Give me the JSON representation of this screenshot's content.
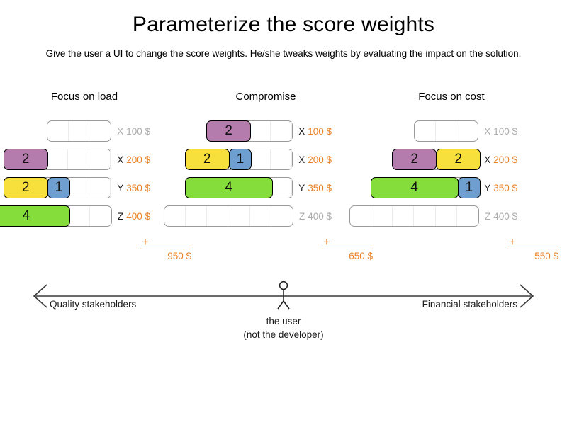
{
  "header": {
    "title": "Parameterize the score weights",
    "subtitle": "Give the user a UI to change the score weights. He/she tweaks weights by evaluating the impact on the solution."
  },
  "colors": {
    "purple": "#b47cac",
    "yellow": "#f7e03c",
    "blue": "#6f9fd0",
    "green": "#84dd3a",
    "orange": "#e8832a",
    "muted": "#adadad",
    "track_border": "#9a9a9a",
    "cell_divider": "#ececec"
  },
  "columns": [
    {
      "header": "Focus on load",
      "rows": [
        {
          "resource": "X",
          "amount": "100 $",
          "cells": 3,
          "active": false,
          "segments": []
        },
        {
          "resource": "X",
          "amount": "200 $",
          "cells": 5,
          "active": true,
          "segments": [
            {
              "value": "2",
              "units": 2,
              "color": "#b47cac"
            }
          ]
        },
        {
          "resource": "Y",
          "amount": "350 $",
          "cells": 5,
          "active": true,
          "segments": [
            {
              "value": "2",
              "units": 2,
              "color": "#f7e03c"
            },
            {
              "value": "1",
              "units": 1,
              "color": "#6f9fd0"
            }
          ]
        },
        {
          "resource": "Z",
          "amount": "400 $",
          "cells": 6,
          "active": true,
          "segments": [
            {
              "value": "4",
              "units": 4,
              "color": "#84dd3a"
            }
          ]
        }
      ],
      "sum": {
        "plus": "+",
        "total": "950 $"
      }
    },
    {
      "header": "Compromise",
      "rows": [
        {
          "resource": "X",
          "amount": "100 $",
          "cells": 4,
          "active": true,
          "segments": [
            {
              "value": "2",
              "units": 2,
              "color": "#b47cac"
            }
          ]
        },
        {
          "resource": "X",
          "amount": "200 $",
          "cells": 5,
          "active": true,
          "segments": [
            {
              "value": "2",
              "units": 2,
              "color": "#f7e03c"
            },
            {
              "value": "1",
              "units": 1,
              "color": "#6f9fd0"
            }
          ]
        },
        {
          "resource": "Y",
          "amount": "350 $",
          "cells": 5,
          "active": true,
          "segments": [
            {
              "value": "4",
              "units": 4,
              "color": "#84dd3a"
            }
          ]
        },
        {
          "resource": "Z",
          "amount": "400 $",
          "cells": 6,
          "active": false,
          "segments": []
        }
      ],
      "sum": {
        "plus": "+",
        "total": "650 $"
      }
    },
    {
      "header": "Focus on cost",
      "rows": [
        {
          "resource": "X",
          "amount": "100 $",
          "cells": 3,
          "active": false,
          "segments": []
        },
        {
          "resource": "X",
          "amount": "200 $",
          "cells": 4,
          "active": true,
          "segments": [
            {
              "value": "2",
              "units": 2,
              "color": "#b47cac"
            },
            {
              "value": "2",
              "units": 2,
              "color": "#f7e03c"
            }
          ]
        },
        {
          "resource": "Y",
          "amount": "350 $",
          "cells": 5,
          "active": true,
          "segments": [
            {
              "value": "4",
              "units": 4,
              "color": "#84dd3a"
            },
            {
              "value": "1",
              "units": 1,
              "color": "#6f9fd0"
            }
          ]
        },
        {
          "resource": "Z",
          "amount": "400 $",
          "cells": 6,
          "active": false,
          "segments": []
        }
      ],
      "sum": {
        "plus": "+",
        "total": "550 $"
      }
    }
  ],
  "axis": {
    "left_label": "Quality stakeholders",
    "right_label": "Financial stakeholders",
    "user_caption_line1": "the user",
    "user_caption_line2": "(not the developer)"
  }
}
